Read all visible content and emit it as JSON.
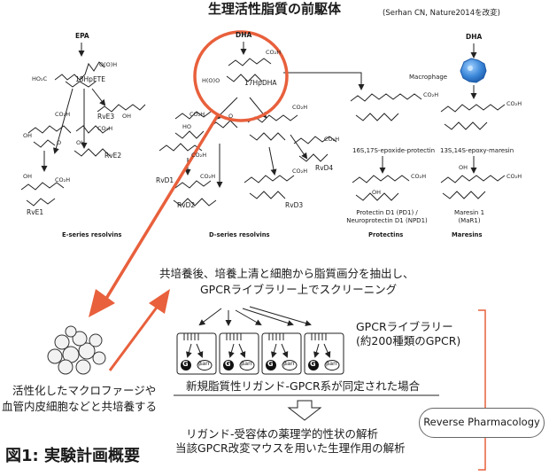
{
  "header": {
    "title": "生理活性脂質の前駆体",
    "citation": "(Serhan CN, Nature2014を改変)"
  },
  "pathways": {
    "epa": {
      "precursor": "EPA",
      "intermediate": "18HpETE",
      "products": [
        "RvE3",
        "RvE2",
        "RvE1"
      ],
      "series_label": "E-series resolvins"
    },
    "dha": {
      "precursor": "DHA",
      "intermediate": "17HpDHA",
      "products": [
        "RvD1",
        "RvD2",
        "RvD3",
        "RvD4"
      ],
      "series_label": "D-series resolvins"
    },
    "protectins": {
      "intermediate": "16S,17S-epoxide-protectin",
      "product_line1": "Protectin D1 (PD1) /",
      "product_line2": "Neuroprotectin D1 (NPD1)",
      "series_label": "Protectins"
    },
    "maresins": {
      "precursor": "DHA",
      "cell": "Macrophage",
      "intermediate": "13S,14S-epoxy-maresin",
      "product_line1": "Maresin 1",
      "product_line2": "(MaR1)",
      "series_label": "Maresins"
    },
    "chem_labels": {
      "ho2c": "HO₂C",
      "co2h": "CO₂H",
      "oh": "OH",
      "ooh": "O(O)H",
      "ho_o": "H(O)O",
      "o": "O",
      "ho": "HO"
    }
  },
  "workflow": {
    "step1_line1": "共培養後、培養上清と細胞から脂質画分を抽出し、",
    "step1_line2": "GPCRライブラリー上でスクリーニング",
    "library_line1": "GPCRライブラリー",
    "library_line2": "(約200種類のGPCR)",
    "cell_g": "G",
    "cell_barr": "βarr",
    "coculture_line1": "活性化したマクロファージや",
    "coculture_line2": "血管内皮細胞などと共培養する",
    "identified": "新規脂質性リガンド-GPCR系が同定された場合",
    "analysis_line1": "リガンド-受容体の薬理学的性状の解析",
    "analysis_line2": "当該GPCR改変マウスを用いた生理作用の解析",
    "reverse_pharmacology": "Reverse Pharmacology",
    "figure_title": "図1: 実験計画概要"
  },
  "colors": {
    "accent": "#e8603c",
    "macrophage": "#3a86d8",
    "line": "#222222"
  }
}
